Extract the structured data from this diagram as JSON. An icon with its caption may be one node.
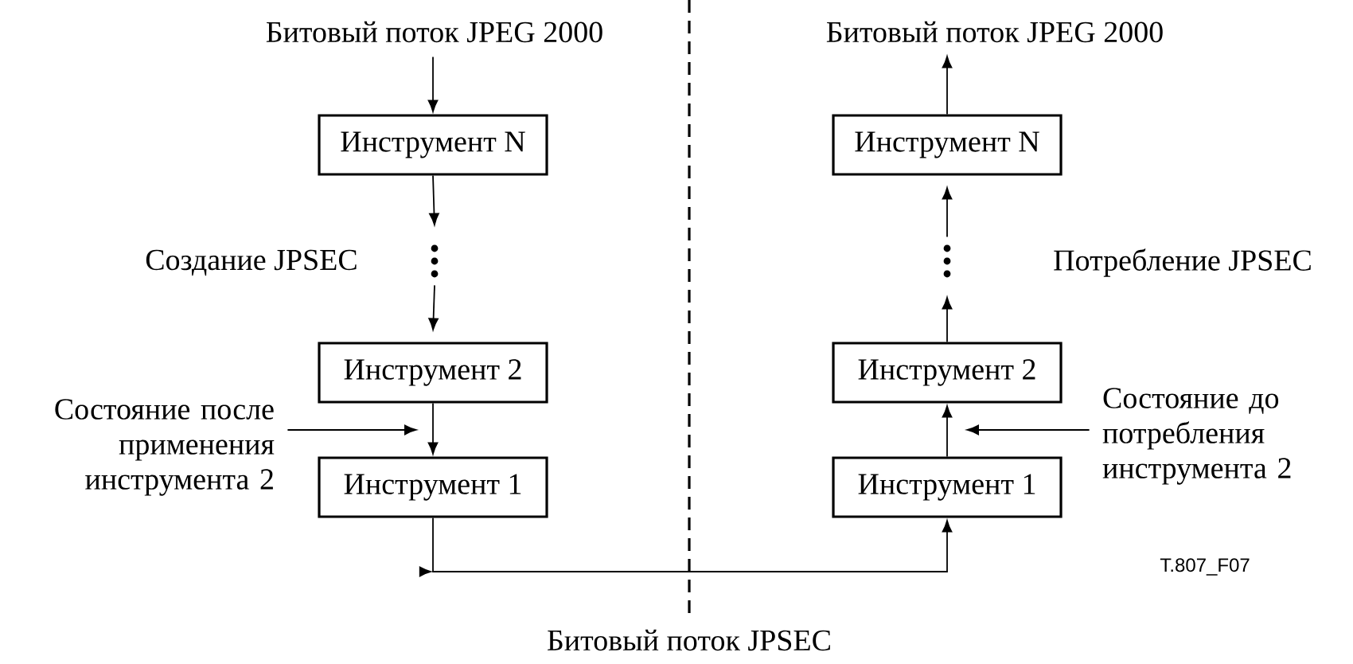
{
  "diagram": {
    "nodes": [
      {
        "text": [
          "Битовый поток JPEG 2000"
        ]
      },
      {
        "text": [
          "Инструмент N"
        ]
      },
      {
        "text": [],
        "shape": "dots"
      },
      {
        "text": [
          "Инструмент 2"
        ]
      },
      {
        "text": [
          "Инструмент 1"
        ]
      },
      {
        "text": [
          "Битовый поток JPEG 2000"
        ]
      },
      {
        "text": [
          "Инструмент N"
        ]
      },
      {
        "text": [],
        "shape": "dots"
      },
      {
        "text": [
          "Инструмент 2"
        ]
      },
      {
        "text": [
          "Инструмент 1"
        ]
      },
      {
        "text": [
          "Состояние после применения инструмента 2"
        ]
      },
      {
        "text": [
          "Состояние до потребления инструмента 2"
        ]
      }
    ],
    "edges": [
      {
        "from": 0,
        "to": 1,
        "arrow": "to"
      },
      {
        "from": 1,
        "to": 2,
        "arrow": "to"
      },
      {
        "from": 2,
        "to": 3,
        "arrow": "to"
      },
      {
        "from": 3,
        "to": 4,
        "arrow": "to"
      },
      {
        "from": 4,
        "to": 9,
        "arrow": "to"
      },
      {
        "from": 9,
        "to": 8,
        "arrow": "to"
      },
      {
        "from": 8,
        "to": 7,
        "arrow": "to"
      },
      {
        "from": 7,
        "to": 6,
        "arrow": "to"
      },
      {
        "from": 6,
        "to": 5,
        "arrow": "to"
      },
      {
        "from": 10,
        "to": null,
        "arrow": "to"
      },
      {
        "from": 11,
        "to": null,
        "arrow": "to"
      }
    ],
    "labels": [
      "Создание JPSEC",
      "Потребление JPSEC",
      "T.807_F07",
      "Битовый поток JPSEC"
    ]
  }
}
